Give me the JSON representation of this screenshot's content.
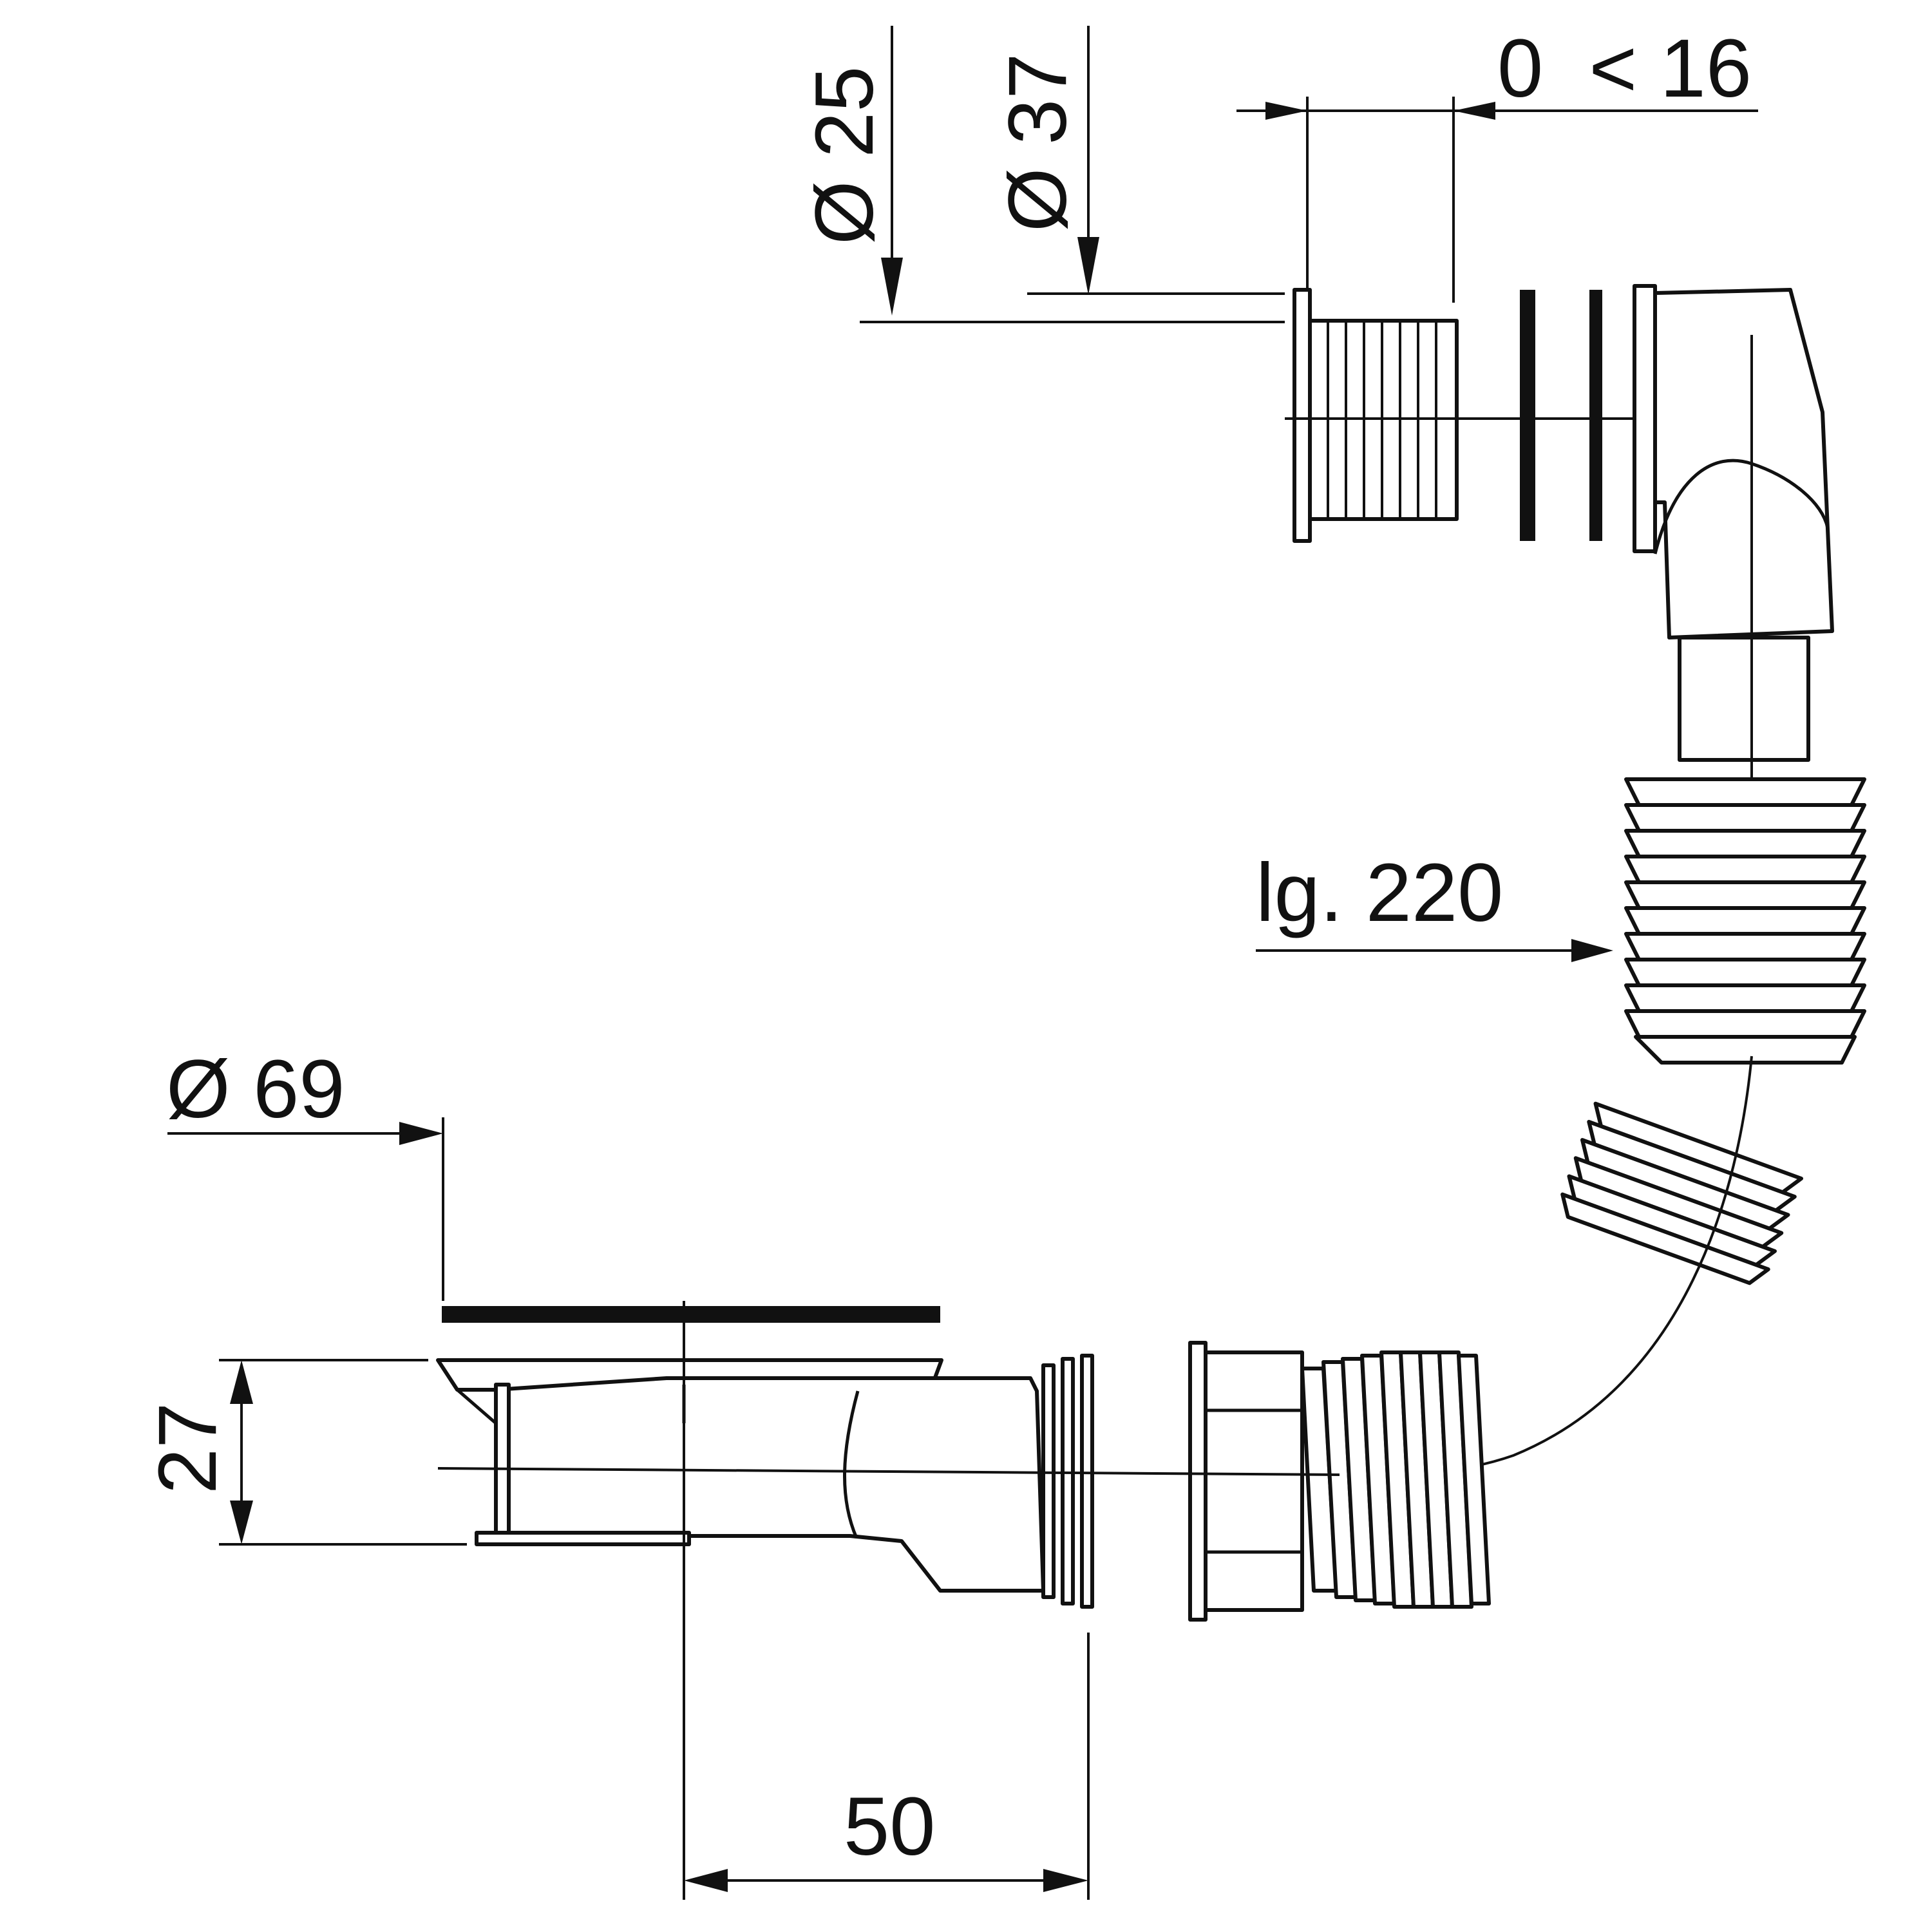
{
  "dimensions": {
    "d25": "Ø 25",
    "d37": "Ø 37",
    "range": "0  < 16",
    "length": "lg. 220",
    "d69": "Ø 69",
    "h27": "27",
    "w50": "50"
  },
  "colors": {
    "line": "#111111",
    "background": "#ffffff"
  }
}
